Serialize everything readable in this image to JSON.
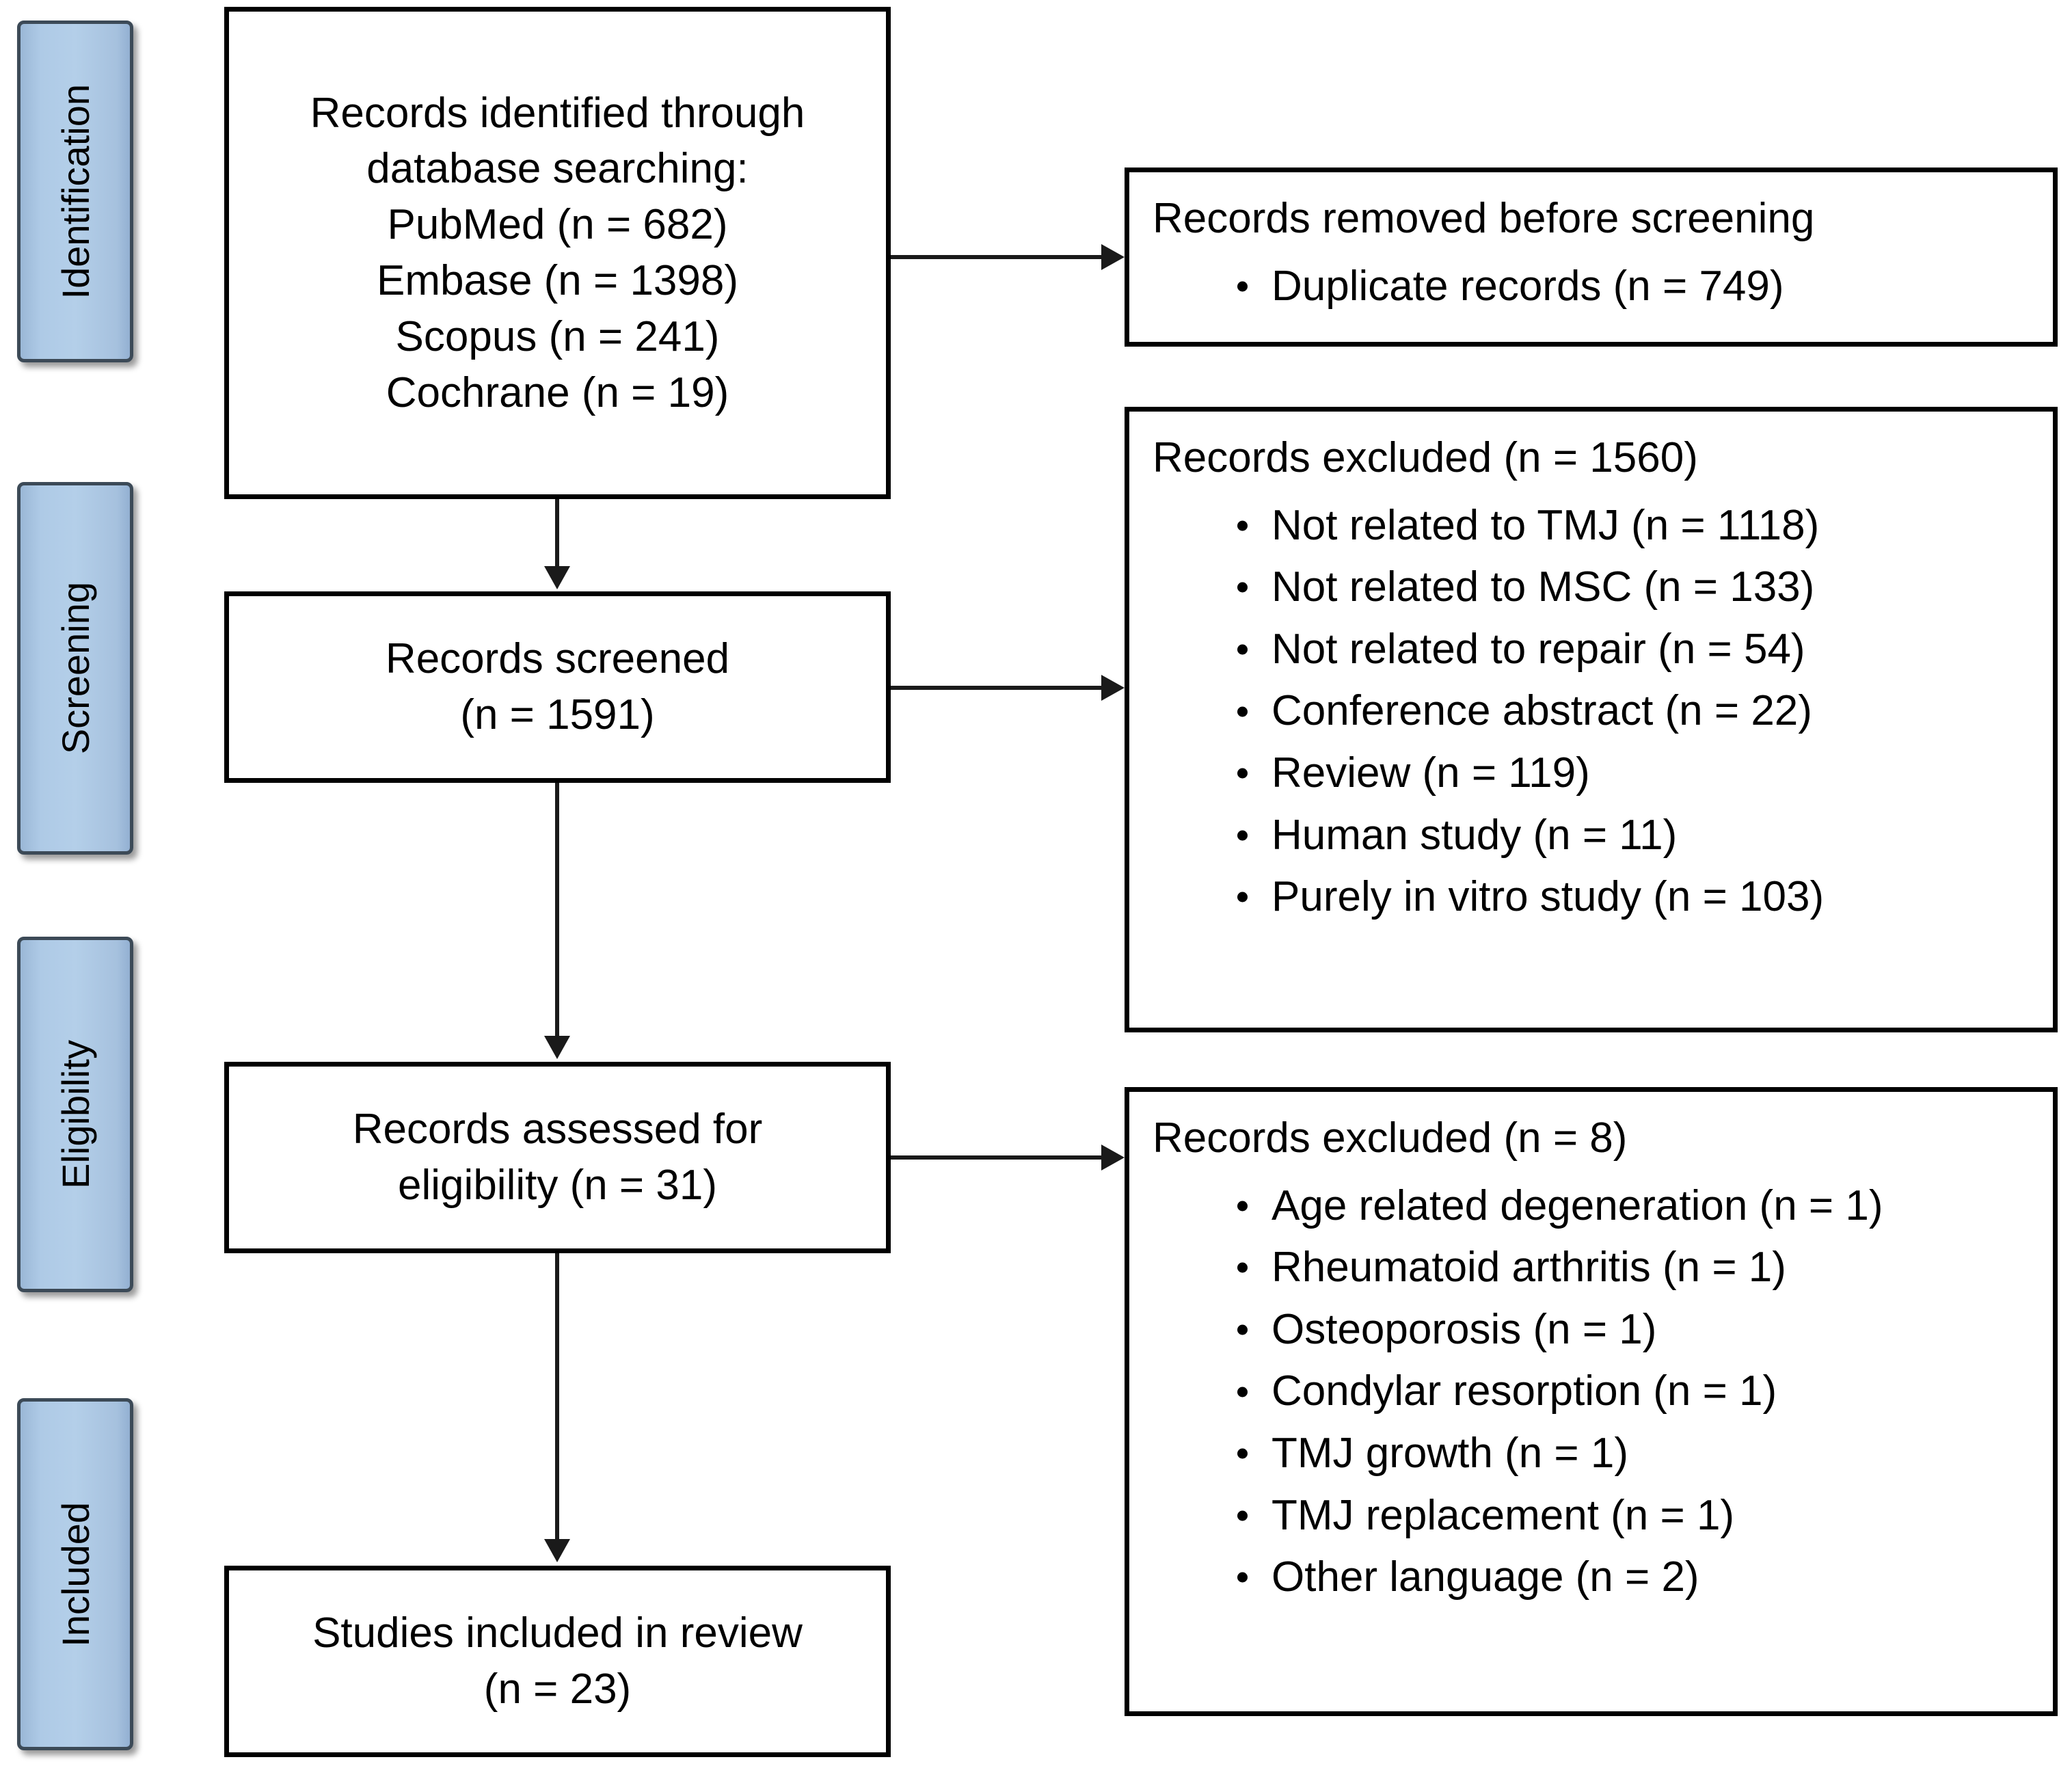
{
  "diagram": {
    "title": "PRISMA study selection flow diagram",
    "accent_color": "#a9c3e0",
    "border_color": "#000000"
  },
  "stages": [
    {
      "id": "identification",
      "label": "Identification"
    },
    {
      "id": "screening",
      "label": "Screening"
    },
    {
      "id": "eligibility",
      "label": "Eligibility"
    },
    {
      "id": "included",
      "label": "Included"
    }
  ],
  "flow": {
    "identified": {
      "lines": [
        "Records identified through",
        "database searching:",
        "PubMed (n = 682)",
        "Embase (n = 1398)",
        "Scopus (n = 241)",
        "Cochrane (n = 19)"
      ]
    },
    "screened": {
      "lines": [
        "Records screened",
        "(n = 1591)"
      ]
    },
    "eligibility_assessed": {
      "lines": [
        "Records assessed for",
        "eligibility (n = 31)"
      ]
    },
    "included_studies": {
      "lines": [
        "Studies included in review",
        "(n = 23)"
      ]
    }
  },
  "exclusions": {
    "removed_before_screening": {
      "headline": "Records removed before screening",
      "items": [
        "Duplicate records (n = 749)"
      ]
    },
    "excluded_screening": {
      "headline": "Records excluded (n = 1560)",
      "items": [
        "Not related to TMJ (n = 1118)",
        "Not related to MSC (n = 133)",
        "Not related to repair (n = 54)",
        "Conference abstract (n = 22)",
        "Review (n = 119)",
        "Human study (n = 11)",
        "Purely in vitro study (n = 103)"
      ]
    },
    "excluded_eligibility": {
      "headline": "Records excluded (n = 8)",
      "items": [
        "Age related degeneration (n = 1)",
        "Rheumatoid arthritis (n = 1)",
        "Osteoporosis (n = 1)",
        "Condylar resorption (n = 1)",
        "TMJ growth (n = 1)",
        "TMJ replacement (n = 1)",
        "Other language (n = 2)"
      ]
    }
  }
}
